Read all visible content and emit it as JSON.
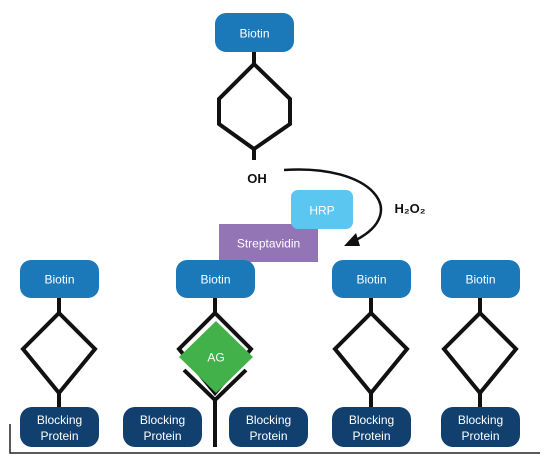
{
  "top_molecule": {
    "label": "Biotin",
    "group": "OH"
  },
  "reaction": {
    "reagent": "H₂O₂"
  },
  "detection": {
    "enzyme": "HRP",
    "binder": "Streptavidin"
  },
  "surface": {
    "biotin_label": "Biotin",
    "blocking_label_line1": "Blocking",
    "blocking_label_line2": "Protein",
    "antigen_label": "AG"
  },
  "colors": {
    "biotin": "#1b79b9",
    "blocking": "#11406e",
    "hrp": "#5bc7f0",
    "streptavidin": "#9374b5",
    "antigen": "#43b14a",
    "line": "#111111"
  }
}
